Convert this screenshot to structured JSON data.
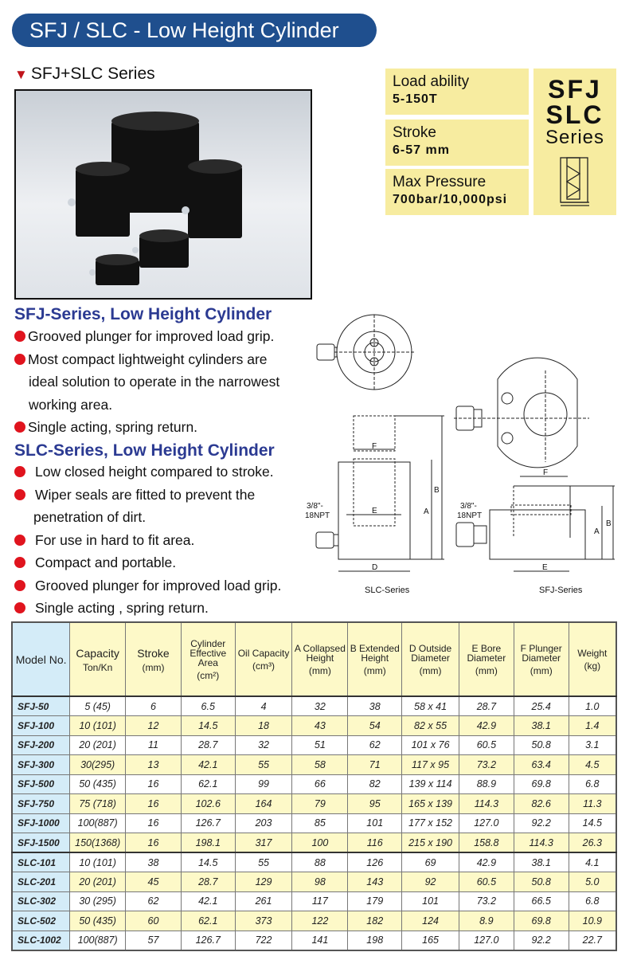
{
  "title": "SFJ / SLC - Low Height Cylinder",
  "series_label": "SFJ+SLC Series",
  "specs": [
    {
      "label": "Load ability",
      "value": "5-150T"
    },
    {
      "label": "Stroke",
      "value": "6-57 mm"
    },
    {
      "label": "Max Pressure",
      "value": "700bar/10,000psi"
    }
  ],
  "series_box": {
    "line1": "SFJ",
    "line2": "SLC",
    "line3": "Series"
  },
  "sfj": {
    "heading": "SFJ-Series, Low Height Cylinder",
    "bullets": [
      "Grooved plunger for improved load grip.",
      "Most compact lightweight cylinders are",
      "ideal solution to operate in the narrowest",
      "working area.",
      "Single acting, spring return."
    ]
  },
  "slc": {
    "heading": "SLC-Series, Low Height Cylinder",
    "bullets": [
      "Low closed height compared to stroke.",
      "Wiper seals are fitted to prevent the",
      "penetration of dirt.",
      "For use in hard to fit area.",
      "Compact and portable.",
      "Grooved plunger for improved load grip.",
      "Single acting , spring return."
    ]
  },
  "diagram": {
    "slc_caption": "SLC-Series",
    "sfj_caption": "SFJ-Series",
    "port1": "3/8\"-",
    "port2": "18NPT",
    "labels": {
      "a": "A",
      "b": "B",
      "d": "D",
      "e": "E",
      "f": "F"
    }
  },
  "table": {
    "headers": [
      {
        "main": "Model No.",
        "sub": ""
      },
      {
        "main": "Capacity",
        "sub": "Ton/Kn"
      },
      {
        "main": "Stroke",
        "sub": "(mm)"
      },
      {
        "main": "Cylinder Effective Area",
        "sub": "(cm²)"
      },
      {
        "main": "Oil Capacity",
        "sub": "(cm³)"
      },
      {
        "main": "A Collapsed Height",
        "sub": "(mm)"
      },
      {
        "main": "B Extended Height",
        "sub": "(mm)"
      },
      {
        "main": "D Outside Diameter",
        "sub": "(mm)"
      },
      {
        "main": "E Bore Diameter",
        "sub": "(mm)"
      },
      {
        "main": "F Plunger Diameter",
        "sub": "(mm)"
      },
      {
        "main": "Weight",
        "sub": "(kg)"
      }
    ],
    "rows": [
      [
        "SFJ-50",
        "5 (45)",
        "6",
        "6.5",
        "4",
        "32",
        "38",
        "58 x 41",
        "28.7",
        "25.4",
        "1.0"
      ],
      [
        "SFJ-100",
        "10 (101)",
        "12",
        "14.5",
        "18",
        "43",
        "54",
        "82 x 55",
        "42.9",
        "38.1",
        "1.4"
      ],
      [
        "SFJ-200",
        "20 (201)",
        "11",
        "28.7",
        "32",
        "51",
        "62",
        "101 x 76",
        "60.5",
        "50.8",
        "3.1"
      ],
      [
        "SFJ-300",
        "30(295)",
        "13",
        "42.1",
        "55",
        "58",
        "71",
        "117 x 95",
        "73.2",
        "63.4",
        "4.5"
      ],
      [
        "SFJ-500",
        "50 (435)",
        "16",
        "62.1",
        "99",
        "66",
        "82",
        "139 x 114",
        "88.9",
        "69.8",
        "6.8"
      ],
      [
        "SFJ-750",
        "75 (718)",
        "16",
        "102.6",
        "164",
        "79",
        "95",
        "165 x 139",
        "114.3",
        "82.6",
        "11.3"
      ],
      [
        "SFJ-1000",
        "100(887)",
        "16",
        "126.7",
        "203",
        "85",
        "101",
        "177 x 152",
        "127.0",
        "92.2",
        "14.5"
      ],
      [
        "SFJ-1500",
        "150(1368)",
        "16",
        "198.1",
        "317",
        "100",
        "116",
        "215 x 190",
        "158.8",
        "114.3",
        "26.3"
      ],
      [
        "SLC-101",
        "10 (101)",
        "38",
        "14.5",
        "55",
        "88",
        "126",
        "69",
        "42.9",
        "38.1",
        "4.1"
      ],
      [
        "SLC-201",
        "20 (201)",
        "45",
        "28.7",
        "129",
        "98",
        "143",
        "92",
        "60.5",
        "50.8",
        "5.0"
      ],
      [
        "SLC-302",
        "30 (295)",
        "62",
        "42.1",
        "261",
        "117",
        "179",
        "101",
        "73.2",
        "66.5",
        "6.8"
      ],
      [
        "SLC-502",
        "50 (435)",
        "60",
        "62.1",
        "373",
        "122",
        "182",
        "124",
        "8.9",
        "69.8",
        "10.9"
      ],
      [
        "SLC-1002",
        "100(887)",
        "57",
        "126.7",
        "722",
        "141",
        "198",
        "165",
        "127.0",
        "92.2",
        "22.7"
      ]
    ]
  }
}
